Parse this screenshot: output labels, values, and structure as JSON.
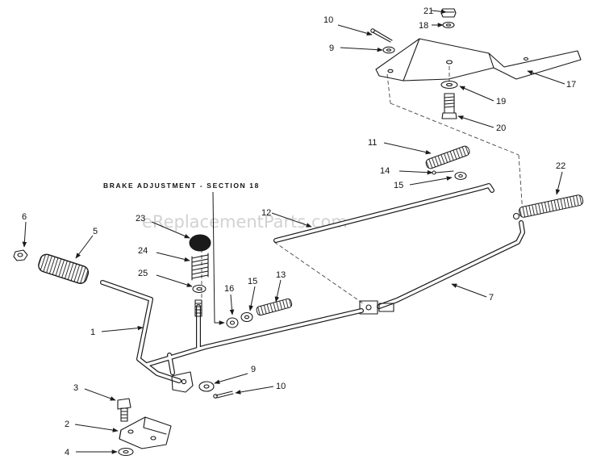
{
  "heading": "BRAKE ADJUSTMENT - SECTION 18",
  "watermark": "eReplacementParts.com",
  "callouts": {
    "c1": "1",
    "c2": "2",
    "c3": "3",
    "c4": "4",
    "c5": "5",
    "c6": "6",
    "c7": "7",
    "c9a": "9",
    "c9b": "9",
    "c10a": "10",
    "c10b": "10",
    "c11": "11",
    "c12": "12",
    "c13": "13",
    "c14": "14",
    "c15a": "15",
    "c15b": "15",
    "c16": "16",
    "c17": "17",
    "c18": "18",
    "c19": "19",
    "c20": "20",
    "c21": "21",
    "c22": "22",
    "c23": "23",
    "c24": "24",
    "c25": "25"
  },
  "colors": {
    "ink": "#1a1a1a",
    "watermark": "#d2d2d2",
    "background": "#ffffff"
  }
}
